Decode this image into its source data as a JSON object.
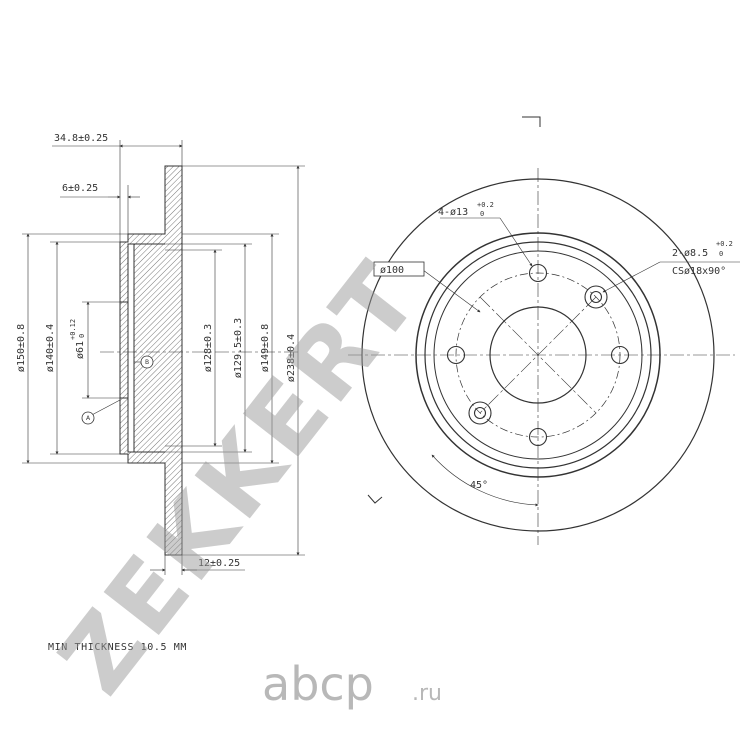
{
  "drawing": {
    "colors": {
      "line": "#333333",
      "hatch": "#555555",
      "watermark": "#9a9a9a",
      "logo": "#b8b8b8"
    },
    "dimensions": {
      "overall_width": "34.8±0.25",
      "hub_flange": "6±0.25",
      "disc_thickness": "12±0.25",
      "dia_150": "ø150±0.8",
      "dia_140": "ø140±0.4",
      "dia_61": {
        "value": "ø61",
        "tol_upper": "+0.12",
        "tol_lower": "0"
      },
      "dia_128": "ø128±0.3",
      "dia_129_5": "ø129.5±0.3",
      "dia_149": "ø149±0.8",
      "dia_238": "ø238±0.4"
    },
    "datums": {
      "a": "A",
      "b": "B"
    },
    "front_view": {
      "bolt_holes": {
        "value": "4-ø13",
        "tol_upper": "+0.2",
        "tol_lower": "0"
      },
      "pin_holes": {
        "value": "2-ø8.5",
        "tol_upper": "+0.2",
        "tol_lower": "0"
      },
      "countersink": "CSø18x90°",
      "pcd": "ø100",
      "angle": "45°"
    },
    "min_thickness": "MIN THICKNESS 10.5 MM"
  },
  "watermark": {
    "brand": "ZEKKERT"
  },
  "logo": {
    "name": "abcp",
    "tld": ".ru"
  }
}
